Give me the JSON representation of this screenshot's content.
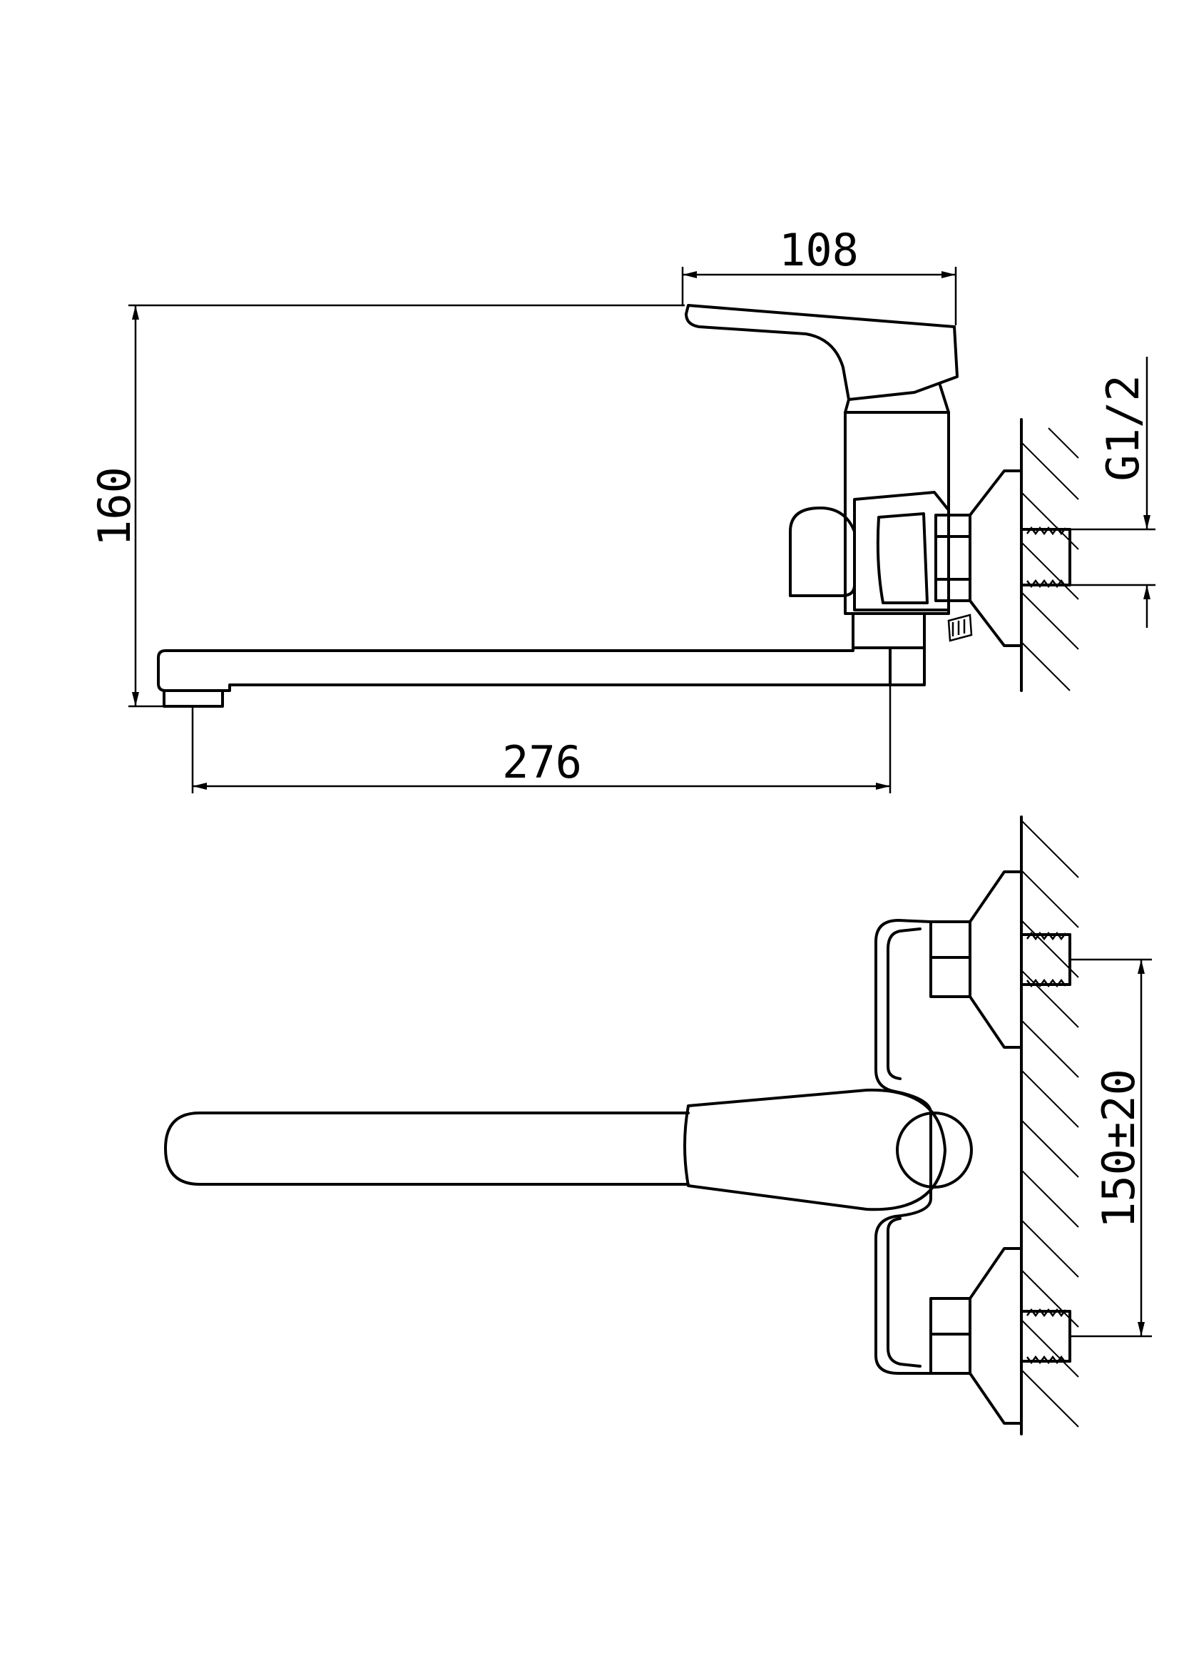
{
  "dimensions": {
    "handle_length": "108",
    "height": "160",
    "spout_reach": "276",
    "thread_size": "G1/2",
    "inlet_spacing": "150±20"
  },
  "colors": {
    "line": "#000000",
    "background": "#ffffff"
  }
}
